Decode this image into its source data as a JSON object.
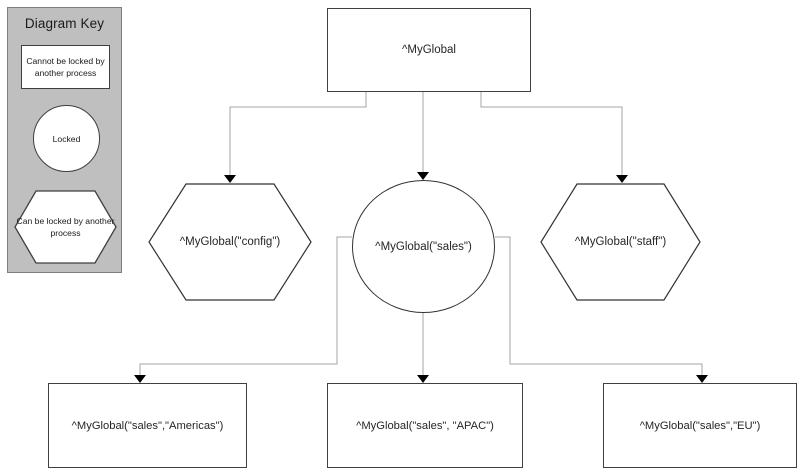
{
  "legend": {
    "title": "Diagram Key",
    "items": [
      {
        "shape": "rect",
        "label": "Cannot be locked by another process"
      },
      {
        "shape": "circle",
        "label": "Locked"
      },
      {
        "shape": "hexagon",
        "label": "Can be locked by another process"
      }
    ],
    "panel_color": "#bfbfbf",
    "panel_border_color": "#7f7f7f"
  },
  "diagram": {
    "nodes": [
      {
        "id": "root",
        "shape": "rect",
        "label": "^MyGlobal"
      },
      {
        "id": "config",
        "shape": "hexagon",
        "label": "^MyGlobal(\"config\")"
      },
      {
        "id": "sales",
        "shape": "circle",
        "label": "^MyGlobal(\"sales\")"
      },
      {
        "id": "staff",
        "shape": "hexagon",
        "label": "^MyGlobal(\"staff\")"
      },
      {
        "id": "americas",
        "shape": "rect",
        "label": "^MyGlobal(\"sales\",\"Americas\")"
      },
      {
        "id": "apac",
        "shape": "rect",
        "label": "^MyGlobal(\"sales\", \"APAC\")"
      },
      {
        "id": "eu",
        "shape": "rect",
        "label": "^MyGlobal(\"sales\",\"EU\")"
      }
    ],
    "edges": [
      {
        "from": "root",
        "to": "config"
      },
      {
        "from": "root",
        "to": "sales"
      },
      {
        "from": "root",
        "to": "staff"
      },
      {
        "from": "sales",
        "to": "americas"
      },
      {
        "from": "sales",
        "to": "apac"
      },
      {
        "from": "sales",
        "to": "eu"
      }
    ],
    "edge_color": "#a6a6a6",
    "arrow_color": "#000000",
    "node_fill": "#ffffff",
    "node_stroke": "#404040"
  }
}
